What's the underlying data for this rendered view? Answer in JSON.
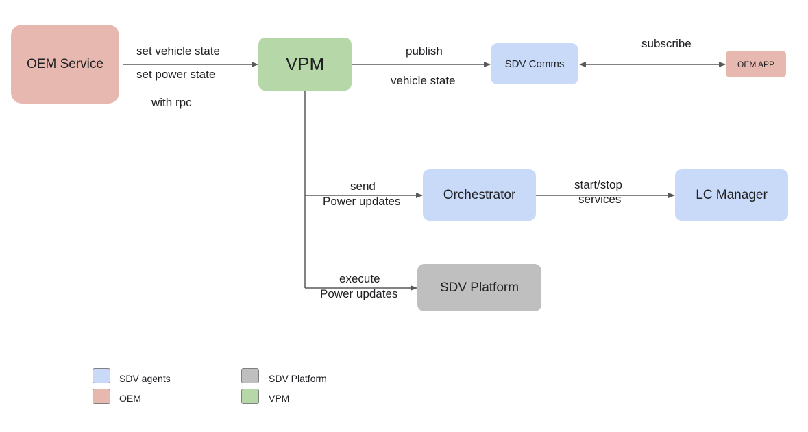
{
  "nodes": {
    "oem_service": "OEM Service",
    "vpm": "VPM",
    "sdv_comms": "SDV Comms",
    "oem_app": "OEM APP",
    "orchestrator": "Orchestrator",
    "lc_manager": "LC Manager",
    "sdv_platform": "SDV Platform"
  },
  "edge_labels": {
    "set_vehicle_state": "set vehicle state",
    "set_power_state": "set power state",
    "with_rpc": "with rpc",
    "publish": "publish",
    "vehicle_state": "vehicle state",
    "subscribe": "subscribe",
    "send": "send",
    "send_power_updates": "Power updates",
    "start_stop": "start/stop",
    "services": "services",
    "execute": "execute",
    "execute_power_updates": "Power updates"
  },
  "legend": {
    "sdv_agents": "SDV agents",
    "oem": "OEM",
    "sdv_platform": "SDV Platform",
    "vpm": "VPM"
  },
  "colors": {
    "oem": "#e6b8af",
    "vpm": "#b6d7a8",
    "agent": "#c9daf8",
    "platform": "#bfbfbf",
    "line": "#666666"
  }
}
